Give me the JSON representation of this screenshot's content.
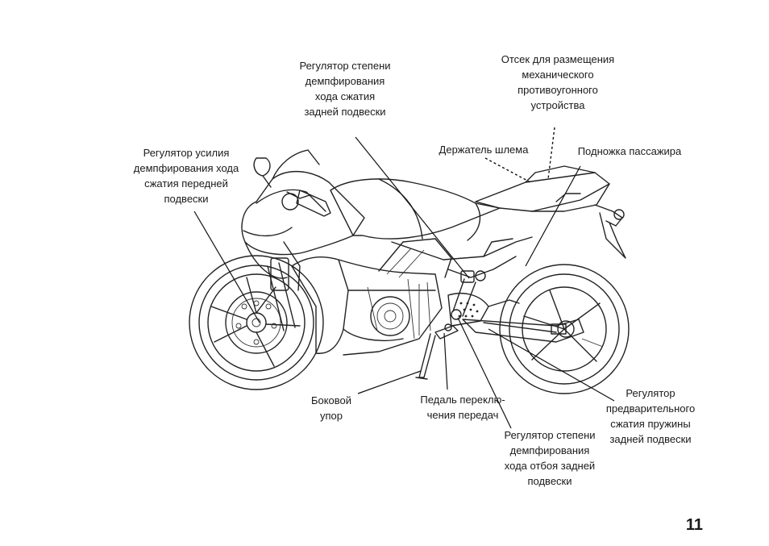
{
  "labels": {
    "rear_compression": "Регулятор степени\nдемпфирования\nхода сжатия\nзадней подвески",
    "lock_compartment": "Отсек для размещения\nмеханического\nпротивоугонного\nустройства",
    "front_compression": "Регулятор усилия\nдемпфирования хода\nсжатия передней\nподвески",
    "helmet_holder": "Держатель шлема",
    "passenger_footpeg": "Подножка пассажира",
    "side_stand": "Боковой\nупор",
    "gear_pedal": "Педаль переклю-\nчения передач",
    "rear_preload": "Регулятор\nпредварительного\nсжатия пружины\nзадней подвески",
    "rear_rebound": "Регулятор степени\nдемпфирования\nхода отбоя задней\nподвески"
  },
  "page_number": "11"
}
